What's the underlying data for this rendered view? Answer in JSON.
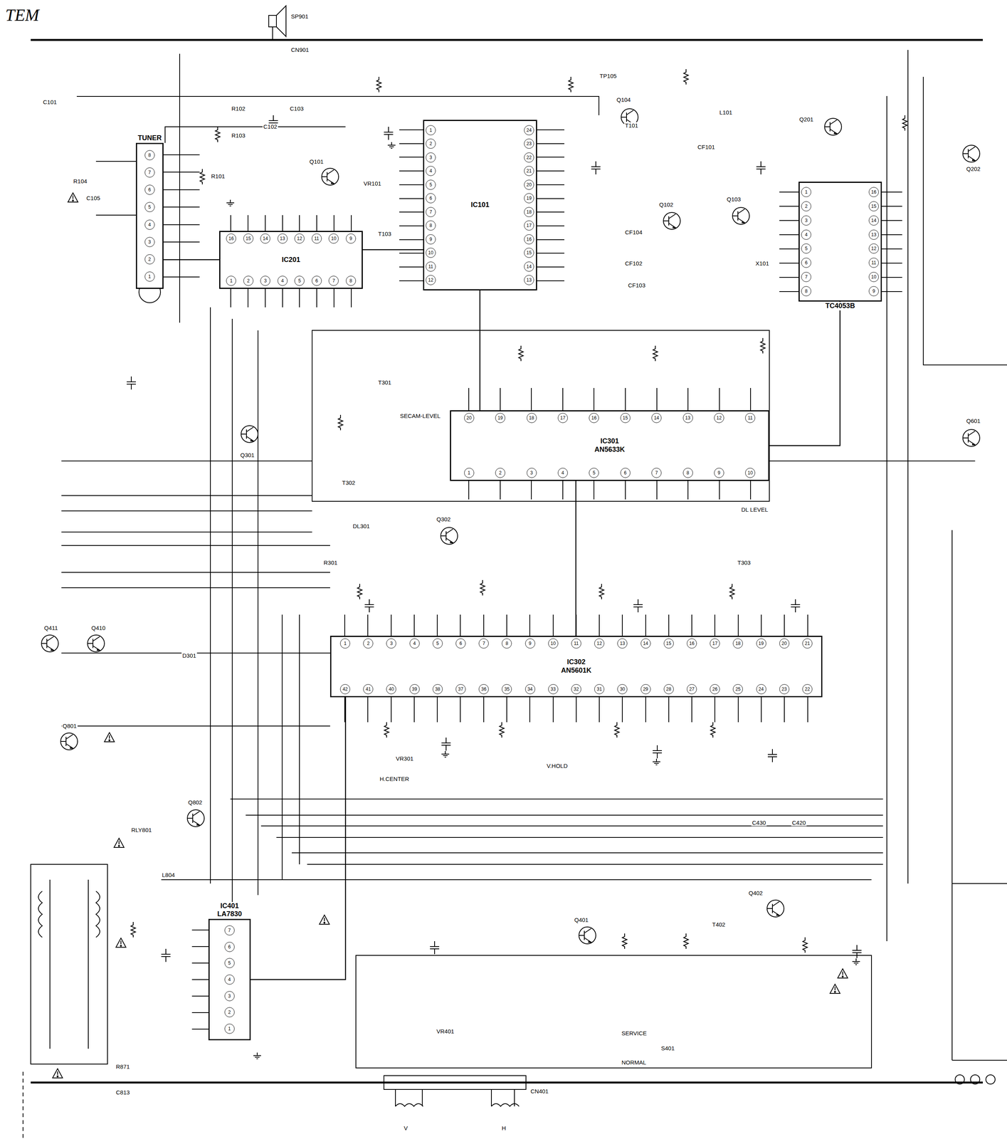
{
  "diagram": {
    "title": "TEM",
    "nodes": [
      {
        "text": [
          "TUNER"
        ]
      },
      {
        "text": [
          "IC201"
        ]
      },
      {
        "text": [
          "IC101"
        ]
      },
      {
        "text": [
          "TC4053B"
        ]
      },
      {
        "text": [
          "IC301",
          "AN5633K"
        ]
      },
      {
        "text": [
          "IC302",
          "AN5601K"
        ]
      },
      {
        "text": [
          "IC401",
          "LA7830"
        ]
      }
    ],
    "edges": [
      {
        "from": 0,
        "to": 1,
        "arrow": "none"
      },
      {
        "from": 1,
        "to": 2,
        "arrow": "none"
      },
      {
        "from": 2,
        "to": 4,
        "arrow": "none"
      },
      {
        "from": 3,
        "to": 4,
        "arrow": "none"
      },
      {
        "from": 4,
        "to": 5,
        "arrow": "none"
      },
      {
        "from": 5,
        "to": 6,
        "arrow": "none"
      }
    ],
    "labels": [
      "SP901",
      "CN901",
      "C101",
      "R104",
      "C105",
      "R102",
      "R103",
      "C102",
      "C103",
      "Q101",
      "R101",
      "VR101",
      "T103",
      "TP105",
      "Q104",
      "T101",
      "L101",
      "CF101",
      "CF104",
      "Q102",
      "Q103",
      "CF102",
      "X101",
      "CF103",
      "Q201",
      "Q202",
      "SECAM-LEVEL",
      "T301",
      "Q301",
      "T302",
      "Q302",
      "DL301",
      "DL LEVEL",
      "T303",
      "R301",
      "Q601",
      "Q411",
      "Q410",
      "D301",
      "Q801",
      "VR301",
      "H.CENTER",
      "V.HOLD",
      "Q802",
      "RLY801",
      "L804",
      "C430",
      "C420",
      "Q402",
      "Q401",
      "T402",
      "VR401",
      "SERVICE",
      "NORMAL",
      "S401",
      "R871",
      "C813",
      "CN401",
      "V",
      "H",
      "8",
      "7",
      "6",
      "5",
      "4",
      "3",
      "2",
      "1",
      "16",
      "15",
      "14",
      "13",
      "12",
      "11",
      "10",
      "9",
      "1",
      "2",
      "3",
      "4",
      "5",
      "6",
      "7",
      "8",
      "1",
      "2",
      "3",
      "4",
      "5",
      "6",
      "7",
      "8",
      "9",
      "10",
      "11",
      "12",
      "24",
      "23",
      "22",
      "21",
      "20",
      "19",
      "18",
      "17",
      "16",
      "15",
      "14",
      "13",
      "1",
      "2",
      "3",
      "4",
      "5",
      "6",
      "7",
      "8",
      "16",
      "15",
      "14",
      "13",
      "12",
      "11",
      "10",
      "9",
      "20",
      "19",
      "18",
      "17",
      "16",
      "15",
      "14",
      "13",
      "12",
      "11",
      "1",
      "2",
      "3",
      "4",
      "5",
      "6",
      "7",
      "8",
      "9",
      "10",
      "1",
      "2",
      "3",
      "4",
      "5",
      "6",
      "7",
      "8",
      "9",
      "10",
      "11",
      "12",
      "13",
      "14",
      "15",
      "16",
      "17",
      "18",
      "19",
      "20",
      "21",
      "42",
      "41",
      "40",
      "39",
      "38",
      "37",
      "36",
      "35",
      "34",
      "33",
      "32",
      "31",
      "30",
      "29",
      "28",
      "27",
      "26",
      "25",
      "24",
      "23",
      "22",
      "7",
      "6",
      "5",
      "4",
      "3",
      "2",
      "1"
    ]
  }
}
